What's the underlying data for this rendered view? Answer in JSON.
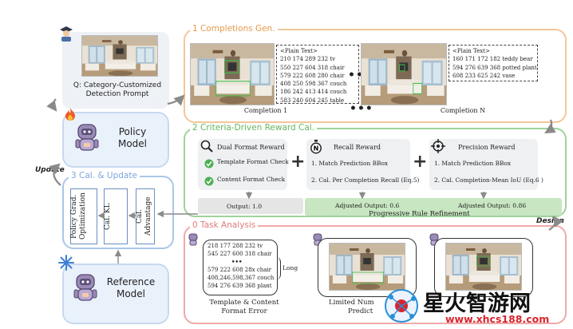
{
  "query": {
    "label": "Q: Category-Customized Detection Prompt"
  },
  "policy": {
    "label": "Policy Model"
  },
  "reference": {
    "label": "Reference Model"
  },
  "side_labels": {
    "update": "Update",
    "design": "Design"
  },
  "completions": {
    "title": "1 Completions Gen.",
    "ellipsis": "•••",
    "items": [
      {
        "caption": "Completion 1",
        "plain_text": "<Plain Text>\n210 174 289 232 tv\n550 227 604 318 chair\n579 222 608 280 chair\n408 250 598 367 couch\n186 242 413 414 couch\n583 240 604 245 table"
      },
      {
        "caption": "Completion N",
        "plain_text": "<Plain Text>\n160 171 172 182 teddy bear\n594 276 639 368 potted plant\n608 233 625 242 vase"
      }
    ]
  },
  "criteria": {
    "title": "2 Criteria-Driven Reward Cal.",
    "dual": {
      "title": "Dual Format Reward",
      "items": [
        "Template Format Check",
        "Content Format Check"
      ],
      "output": "Output: 1.0"
    },
    "recall": {
      "title": "Recall Reward",
      "items": [
        "1. Match Prediction BBox",
        "2. Cal. Per Completion Recall (Eq.5)"
      ],
      "output": "Adjusted Output: 0.6"
    },
    "precision": {
      "title": "Precision Reward",
      "items": [
        "1. Match Prediction BBox",
        "2. Cal. Completion-Mean IoU (Eq.6 )"
      ],
      "output": "Adjusted Output: 0.86"
    },
    "refinement": "Progressive Rule Refinement"
  },
  "update": {
    "title": "3 Cal. & Update",
    "boxes": [
      "Policy Grad. Optimization",
      "Cal. KL",
      "Cal. Advantage"
    ]
  },
  "task": {
    "title": "0 Task Analysis",
    "list_lines": [
      "218 177 288 232 tv",
      "545 227 600 318 chair",
      "•••",
      "579 222 608 28x chair",
      "408,246,598,367 couch",
      "594 276 639 368 plant"
    ],
    "long_label": "Long",
    "caption1": "Template & Content Format Error",
    "caption2_line1": "Limited Num",
    "caption2_line2": "Predict"
  },
  "watermark": {
    "title": "星火智游网",
    "url": "www.xhcs188.com"
  },
  "colors": {
    "completions": "#f3c79a",
    "criteria": "#9ed39a",
    "task": "#f0a9a9",
    "update": "#aac6ea",
    "model_fill": "#e9f1fb",
    "accent_red": "#d9262e"
  }
}
